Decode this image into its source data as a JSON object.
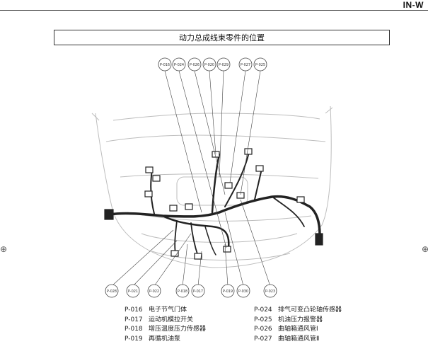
{
  "header": {
    "section_code": "IN-W"
  },
  "title": "动力总成线束零件的位置",
  "callouts_top": [
    "P-016",
    "P-024",
    "P-026",
    "P-020",
    "P-029",
    "P-027",
    "P-025"
  ],
  "callouts_bottom": [
    "P-028",
    "P-021",
    "P-022",
    "P-018",
    "P-017",
    "P-019",
    "P-030",
    "P-023"
  ],
  "legend": {
    "left": [
      {
        "code": "P-016",
        "name": "电子节气门体"
      },
      {
        "code": "P-017",
        "name": "运动机模拉开关"
      },
      {
        "code": "P-018",
        "name": "增压温度压力传感器"
      },
      {
        "code": "P-019",
        "name": "再循机油泵"
      }
    ],
    "right": [
      {
        "code": "P-024",
        "name": "排气可变凸轮轴传感器"
      },
      {
        "code": "P-025",
        "name": "机油压力报警器"
      },
      {
        "code": "P-026",
        "name": "曲轴箱通风管Ⅰ"
      },
      {
        "code": "P-027",
        "name": "曲轴箱通风管Ⅱ"
      }
    ]
  }
}
